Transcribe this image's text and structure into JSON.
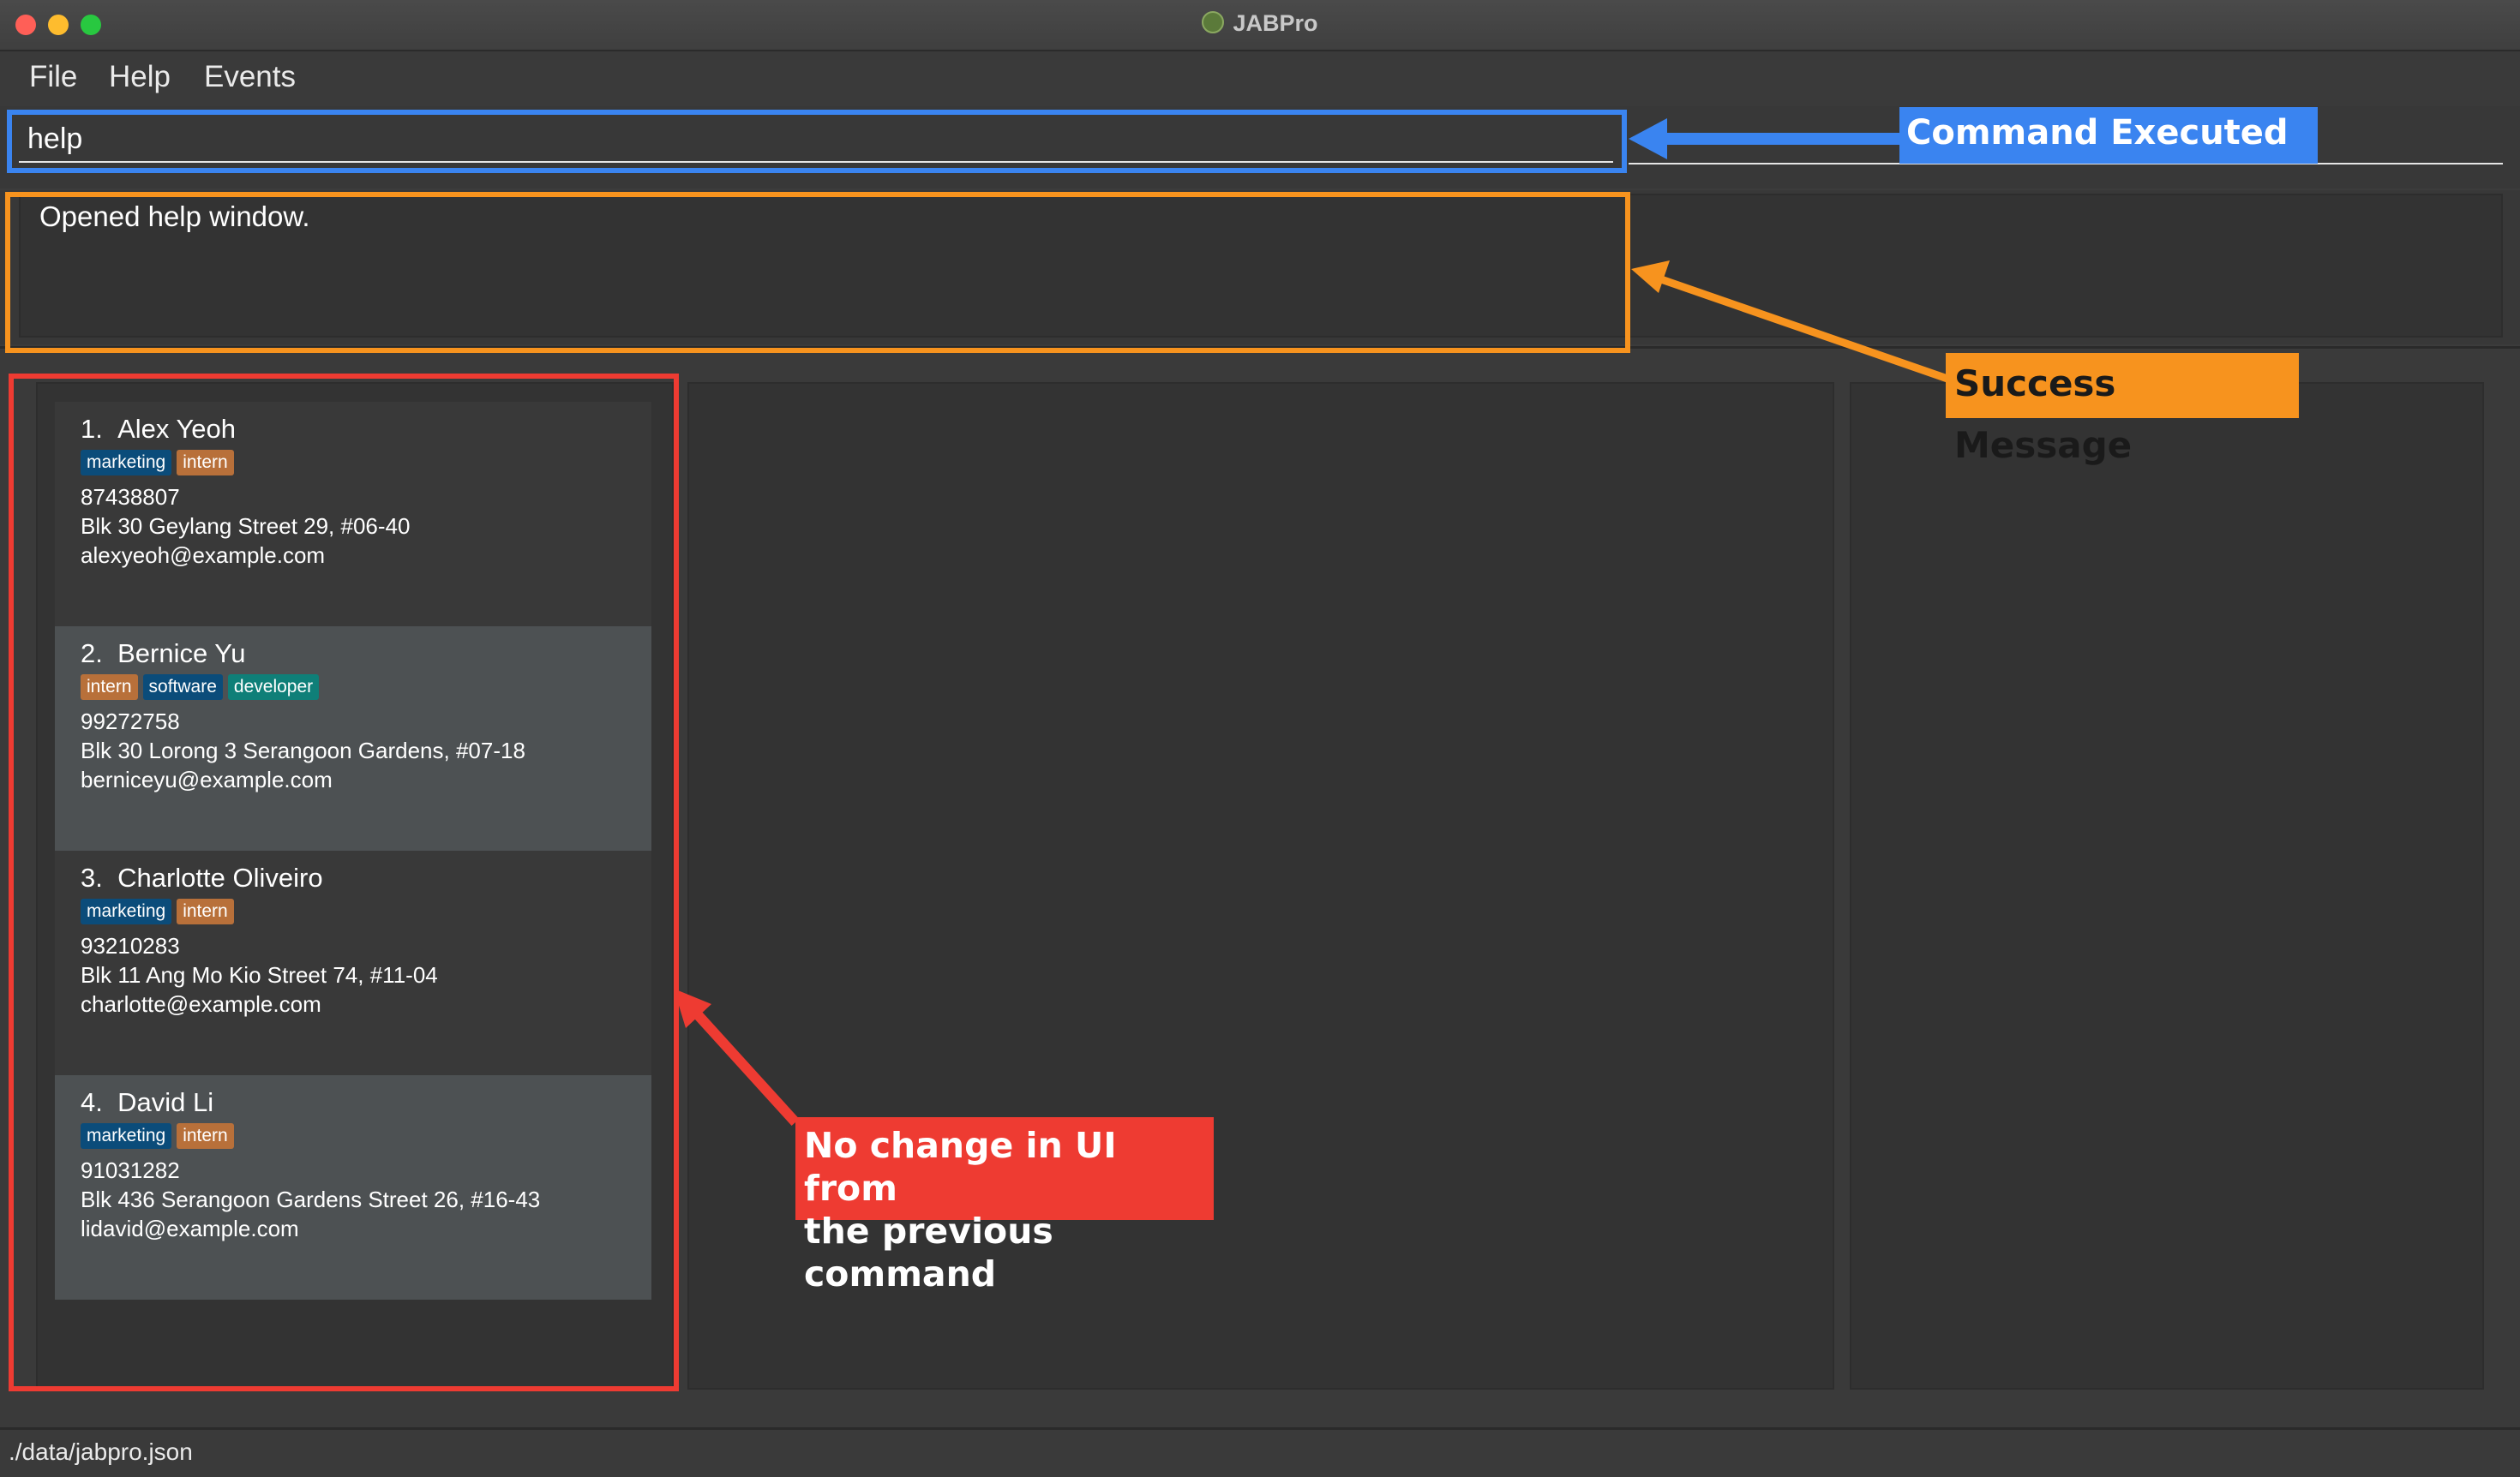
{
  "window": {
    "title": "JABPro"
  },
  "menu": {
    "items": [
      "File",
      "Help",
      "Events"
    ]
  },
  "command": {
    "value": "help"
  },
  "result": {
    "message": "Opened help window."
  },
  "persons": [
    {
      "index": "1.",
      "name": "Alex Yeoh",
      "tags": [
        {
          "label": "marketing",
          "color": "#0b4c7a"
        },
        {
          "label": "intern",
          "color": "#b8703a"
        }
      ],
      "phone": "87438807",
      "address": "Blk 30 Geylang Street 29, #06-40",
      "email": "alexyeoh@example.com"
    },
    {
      "index": "2.",
      "name": "Bernice Yu",
      "tags": [
        {
          "label": "intern",
          "color": "#b8703a"
        },
        {
          "label": "software",
          "color": "#0b4c7a"
        },
        {
          "label": "developer",
          "color": "#0f7f78"
        }
      ],
      "phone": "99272758",
      "address": "Blk 30 Lorong 3 Serangoon Gardens, #07-18",
      "email": "berniceyu@example.com"
    },
    {
      "index": "3.",
      "name": "Charlotte Oliveiro",
      "tags": [
        {
          "label": "marketing",
          "color": "#0b4c7a"
        },
        {
          "label": "intern",
          "color": "#b8703a"
        }
      ],
      "phone": "93210283",
      "address": "Blk 11 Ang Mo Kio Street 74, #11-04",
      "email": "charlotte@example.com"
    },
    {
      "index": "4.",
      "name": "David Li",
      "tags": [
        {
          "label": "marketing",
          "color": "#0b4c7a"
        },
        {
          "label": "intern",
          "color": "#b8703a"
        }
      ],
      "phone": "91031282",
      "address": "Blk 436 Serangoon Gardens Street 26, #16-43",
      "email": "lidavid@example.com"
    }
  ],
  "status": {
    "file_path": "./data/jabpro.json"
  },
  "annotations": {
    "command_executed": {
      "text": "Command Executed",
      "color": "#3a84f0"
    },
    "success_message": {
      "text": "Success Message",
      "color": "#f7931e"
    },
    "no_change": {
      "lines": [
        "No change in UI from",
        "the previous command"
      ],
      "color": "#ee3b32"
    }
  }
}
